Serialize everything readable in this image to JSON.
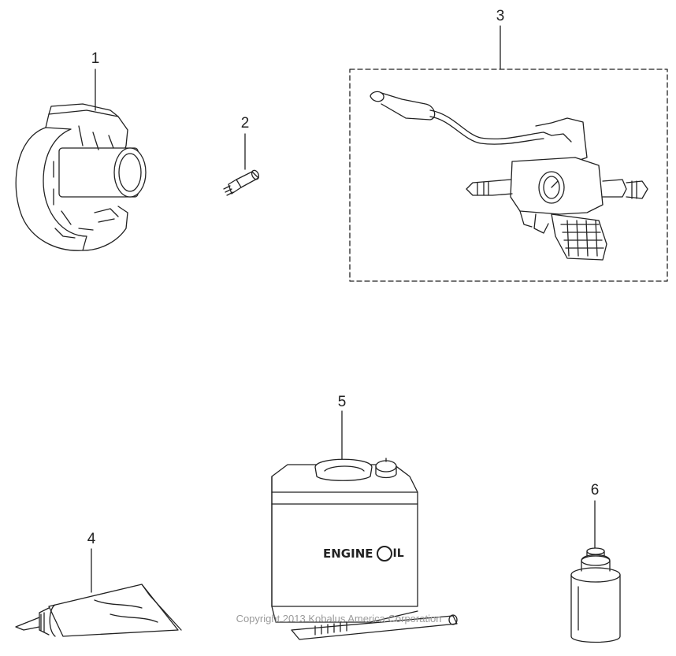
{
  "callouts": [
    {
      "id": "1",
      "label": "1"
    },
    {
      "id": "2",
      "label": "2"
    },
    {
      "id": "3",
      "label": "3"
    },
    {
      "id": "4",
      "label": "4"
    },
    {
      "id": "5",
      "label": "5"
    },
    {
      "id": "6",
      "label": "6"
    }
  ],
  "can_label": {
    "prefix": "ENGINE",
    "suffix": "IL"
  },
  "copyright": "Copyright 2013 Kobalus America Corporation",
  "colors": {
    "line": "#222222",
    "watermark": "#9a9a9a",
    "background": "#ffffff"
  }
}
